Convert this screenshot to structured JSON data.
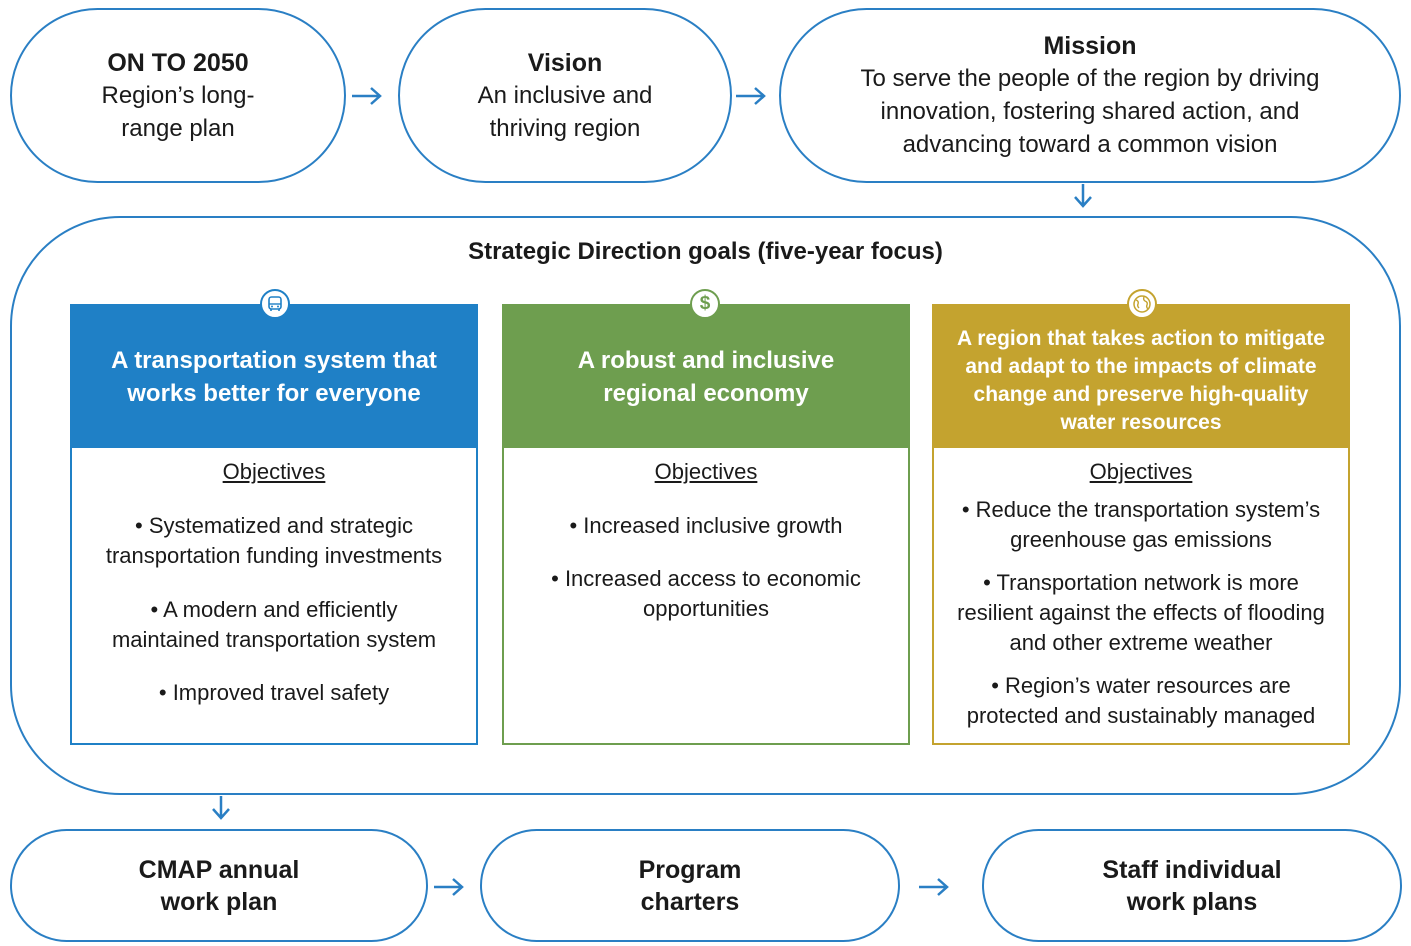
{
  "top": {
    "plan": {
      "title": "ON TO 2050",
      "line1": "Region’s long-",
      "line2": "range plan"
    },
    "vision": {
      "title": "Vision",
      "line1": "An inclusive and",
      "line2": "thriving region"
    },
    "mission": {
      "title": "Mission",
      "line1": "To serve the people of the region by driving",
      "line2": "innovation, fostering shared action, and",
      "line3": "advancing toward a common vision"
    }
  },
  "strategic": {
    "title": "Strategic Direction goals (five-year focus)",
    "goals": [
      {
        "icon": "bus-icon",
        "color": "#1f80c6",
        "head_line1": "A transportation system that",
        "head_line2": "works better for everyone",
        "objectives_label": "Objectives",
        "objectives": [
          {
            "l1": "• Systematized and strategic",
            "l2": "transportation funding investments"
          },
          {
            "l1": "• A modern and efficiently",
            "l2": "maintained transportation system"
          },
          {
            "l1": "• Improved travel safety"
          }
        ]
      },
      {
        "icon": "dollar-icon",
        "color": "#6e9e4f",
        "head_line1": "A robust and inclusive",
        "head_line2": "regional economy",
        "objectives_label": "Objectives",
        "objectives": [
          {
            "l1": "• Increased inclusive growth"
          },
          {
            "l1": "• Increased access to economic",
            "l2": "opportunities"
          }
        ]
      },
      {
        "icon": "globe-icon",
        "color": "#c4a32f",
        "head_line1": "A region that takes action to mitigate",
        "head_line2": "and adapt to the impacts of climate",
        "head_line3": "change and preserve high-quality",
        "head_line4": "water resources",
        "objectives_label": "Objectives",
        "objectives": [
          {
            "l1": "• Reduce the transportation system’s",
            "l2": "greenhouse gas emissions"
          },
          {
            "l1": "• Transportation network is more",
            "l2": "resilient against the effects of flooding",
            "l3": "and other extreme weather"
          },
          {
            "l1": "• Region’s water resources are",
            "l2": "protected and sustainably managed"
          }
        ]
      }
    ]
  },
  "bottom": {
    "annual": {
      "line1": "CMAP annual",
      "line2": "work plan"
    },
    "charters": {
      "line1": "Program",
      "line2": "charters"
    },
    "staff": {
      "line1": "Staff individual",
      "line2": "work plans"
    }
  },
  "colors": {
    "outline": "#2a7fc4",
    "transport": "#1f80c6",
    "economy": "#6e9e4f",
    "climate": "#c4a32f"
  }
}
